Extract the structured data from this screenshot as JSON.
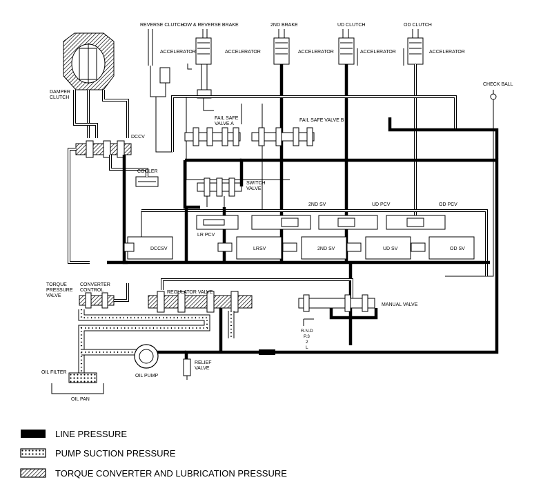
{
  "labels": {
    "reverse_clutch": "REVERSE CLUTCH",
    "low_reverse_brake": "LOW & REVERSE BRAKE",
    "second_brake": "2ND BRAKE",
    "ud_clutch": "UD CLUTCH",
    "od_clutch": "OD CLUTCH",
    "accelerator_1": "ACCELERATOR",
    "accelerator_2": "ACCELERATOR",
    "accelerator_3": "ACCELERATOR",
    "accelerator_4": "ACCELERATOR",
    "accelerator_5": "ACCELERATOR",
    "check_ball": "CHECK BALL",
    "damper_clutch_1": "DAMPER",
    "damper_clutch_2": "CLUTCH",
    "fail_safe_a_1": "FAIL SAFE",
    "fail_safe_a_2": "VALVE A",
    "fail_safe_b": "FAIL SAFE VALVE B",
    "dccv": "DCCV",
    "cooler": "COOLER",
    "switch_valve_1": "SWITCH",
    "switch_valve_2": "VALVE",
    "second_sv_top": "2ND SV",
    "ud_pcv": "UD PCV",
    "od_pcv": "OD PCV",
    "lr_pcv": "LR PCV",
    "dccsv": "DCCSV",
    "lrsv": "LRSV",
    "second_sv_box": "2ND SV",
    "ud_sv": "UD SV",
    "od_sv": "OD SV",
    "torque_pressure_valve_1": "TORQUE",
    "torque_pressure_valve_2": "PRESSURE",
    "torque_pressure_valve_3": "VALVE",
    "converter_control_1": "CONVERTER",
    "converter_control_2": "CONTROL",
    "regulator_valve": "REGULATOR VALVE",
    "manual_valve": "MANUAL VALVE",
    "range_rnd": "R.N.D",
    "range_p3": "P.3",
    "range_2": "2",
    "range_l": "L",
    "relief_valve_1": "RELIEF",
    "relief_valve_2": "VALVE",
    "oil_pump": "OIL PUMP",
    "oil_filter": "OIL FILTER",
    "oil_pan": "OIL PAN"
  },
  "legend": [
    {
      "key": "line",
      "label": "LINE PRESSURE"
    },
    {
      "key": "suction",
      "label": "PUMP SUCTION PRESSURE"
    },
    {
      "key": "converter",
      "label": "TORQUE CONVERTER AND LUBRICATION PRESSURE"
    }
  ],
  "colors": {
    "ink": "#000000",
    "paper": "#ffffff"
  }
}
